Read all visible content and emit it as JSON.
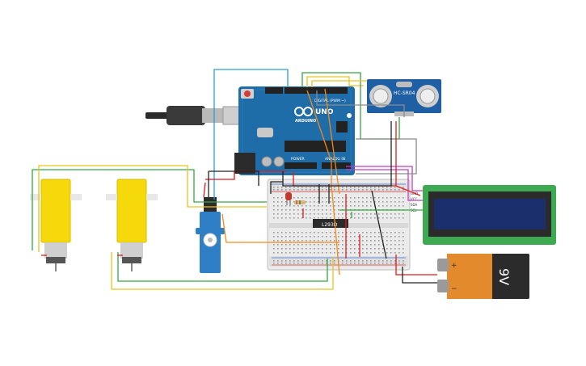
{
  "arduino": {
    "brand": "ARDUINO",
    "model": "UNO",
    "header_digital": "DIGITAL (PWM ~)",
    "header_power": "POWER",
    "header_analog": "ANALOG IN"
  },
  "sensor": {
    "label": "HC-SR04"
  },
  "driver": {
    "label": "L293D"
  },
  "battery": {
    "voltage": "9V",
    "plus": "+",
    "minus": "−"
  },
  "lcd": {
    "pins": [
      "GND",
      "VCC",
      "SDA",
      "SCL"
    ]
  },
  "colors": {
    "board": "#1e6ca8",
    "breadboard": "#e9e9e9",
    "motor": "#f5d90a",
    "servo": "#2f7fc6",
    "lcd_pcb": "#3daa52",
    "lcd_screen": "#1c2f6d",
    "battery": "#e28a2c",
    "wire_red": "#e01b1b",
    "wire_black": "#222222",
    "wire_green": "#34a845",
    "wire_yellow": "#e8c31c",
    "wire_orange": "#f08a1c",
    "wire_blue": "#2a9fd6",
    "wire_purple": "#c03fc0",
    "wire_gray": "#8a8a8a"
  }
}
